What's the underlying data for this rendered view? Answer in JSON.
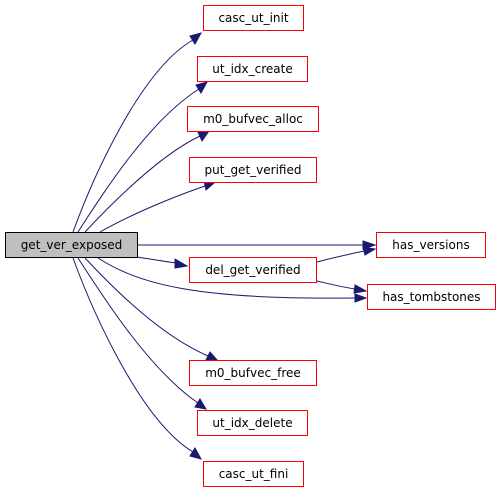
{
  "graph": {
    "root": {
      "id": "get_ver_exposed",
      "label": "get_ver_exposed"
    },
    "callees": [
      {
        "id": "casc_ut_init",
        "label": "casc_ut_init"
      },
      {
        "id": "ut_idx_create",
        "label": "ut_idx_create"
      },
      {
        "id": "m0_bufvec_alloc",
        "label": "m0_bufvec_alloc"
      },
      {
        "id": "put_get_verified",
        "label": "put_get_verified"
      },
      {
        "id": "del_get_verified",
        "label": "del_get_verified"
      },
      {
        "id": "has_versions",
        "label": "has_versions"
      },
      {
        "id": "has_tombstones",
        "label": "has_tombstones"
      },
      {
        "id": "m0_bufvec_free",
        "label": "m0_bufvec_free"
      },
      {
        "id": "ut_idx_delete",
        "label": "ut_idx_delete"
      },
      {
        "id": "casc_ut_fini",
        "label": "casc_ut_fini"
      }
    ],
    "edges": [
      {
        "from": "get_ver_exposed",
        "to": "casc_ut_init"
      },
      {
        "from": "get_ver_exposed",
        "to": "ut_idx_create"
      },
      {
        "from": "get_ver_exposed",
        "to": "m0_bufvec_alloc"
      },
      {
        "from": "get_ver_exposed",
        "to": "put_get_verified"
      },
      {
        "from": "get_ver_exposed",
        "to": "has_versions"
      },
      {
        "from": "get_ver_exposed",
        "to": "del_get_verified"
      },
      {
        "from": "get_ver_exposed",
        "to": "has_tombstones"
      },
      {
        "from": "get_ver_exposed",
        "to": "m0_bufvec_free"
      },
      {
        "from": "get_ver_exposed",
        "to": "ut_idx_delete"
      },
      {
        "from": "get_ver_exposed",
        "to": "casc_ut_fini"
      },
      {
        "from": "del_get_verified",
        "to": "has_versions"
      },
      {
        "from": "del_get_verified",
        "to": "has_tombstones"
      }
    ],
    "colors": {
      "node_border": "#ff0000",
      "root_fill": "#bfbfbf",
      "root_border": "#000000",
      "edge": "#191970"
    }
  }
}
